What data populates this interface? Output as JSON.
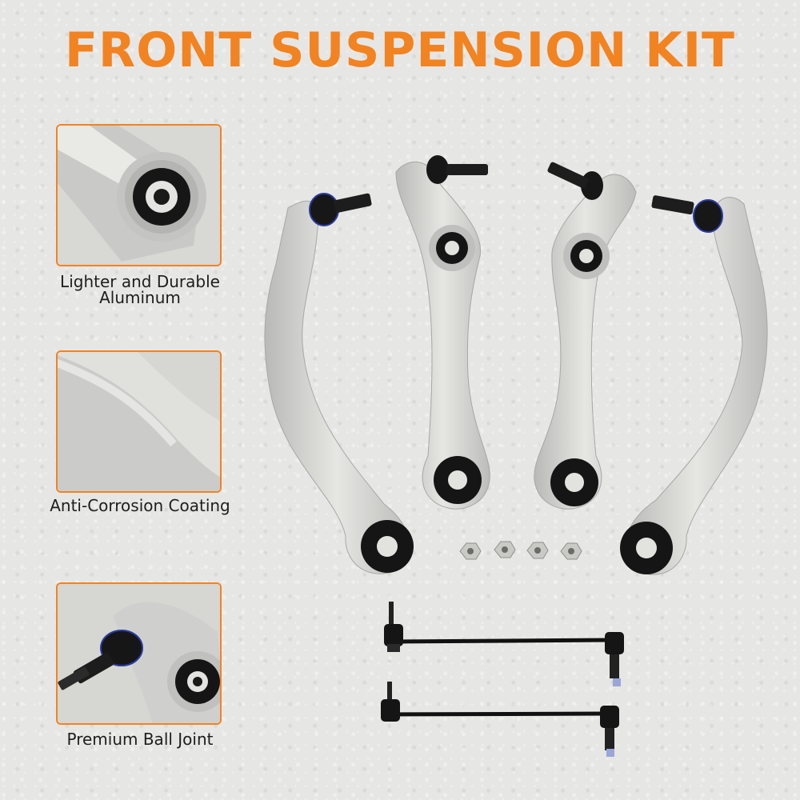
{
  "title": "FRONT SUSPENSION KIT",
  "colors": {
    "accent": "#f28321",
    "background": "#e6e6e4",
    "aluminum": "#cfd0cd",
    "bushing": "#151515"
  },
  "features": [
    {
      "caption_line1": "Lighter and Durable",
      "caption_line2": "Aluminum",
      "icon": "aluminum-bushing-closeup"
    },
    {
      "caption_line1": "Anti-Corrosion Coating",
      "caption_line2": "",
      "icon": "coated-arm-closeup"
    },
    {
      "caption_line1": "Premium Ball Joint",
      "caption_line2": "",
      "icon": "ball-joint-closeup"
    }
  ],
  "product_parts": [
    "control-arm",
    "control-arm",
    "control-arm",
    "control-arm",
    "lock-nut",
    "lock-nut",
    "lock-nut",
    "lock-nut",
    "sway-bar-link",
    "sway-bar-link"
  ]
}
